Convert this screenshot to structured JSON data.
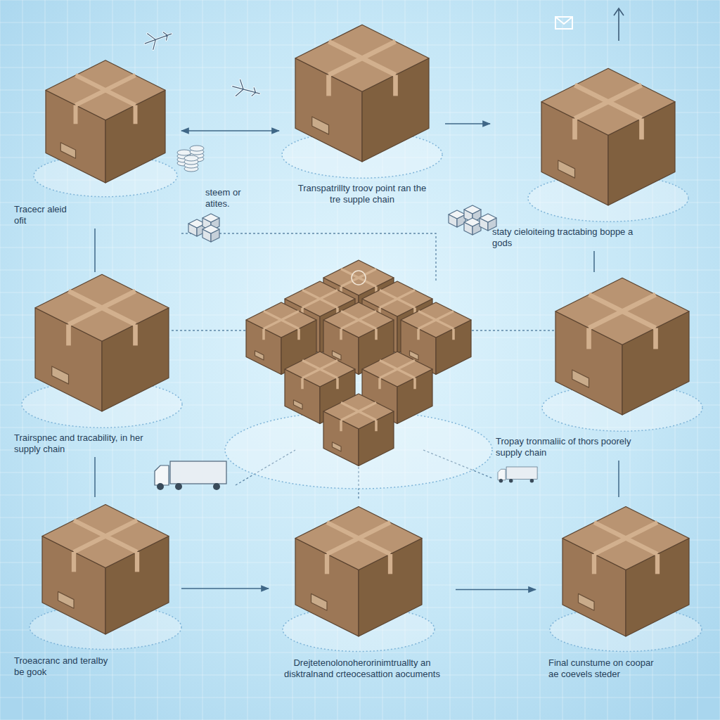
{
  "diagram": {
    "nodes": [
      {
        "text": [
          "Tracecr aleid ofit"
        ]
      },
      {
        "text": [
          "Transpatrillty troov point ran the tre supple chain"
        ]
      },
      {
        "text": [
          "staty cieloiteing tractabing boppe a gods"
        ]
      },
      {
        "text": [
          "Trairspnec and tracability, in her supply chain"
        ]
      },
      {
        "text": [
          "Tropay tronmaliic of thors poorely supply chain"
        ]
      },
      {
        "text": [
          "Troeacranc and teralby be gook"
        ]
      },
      {
        "text": [
          "Drejtetenolonoherorinimtruallty an disktralnand crteocesattion aocuments"
        ]
      },
      {
        "text": [
          "Final cunstume on coopar ae coevels steder"
        ]
      }
    ],
    "edges": [
      {
        "from": 0,
        "to": 1,
        "arrow": "both"
      },
      {
        "from": 1,
        "to": 2,
        "arrow": "to"
      },
      {
        "from": 0,
        "to": 3,
        "arrow": "none"
      },
      {
        "from": 2,
        "to": 4,
        "arrow": "none"
      },
      {
        "from": 3,
        "to": 5,
        "arrow": "none"
      },
      {
        "from": 4,
        "to": 7,
        "arrow": "none"
      },
      {
        "from": 5,
        "to": 6,
        "arrow": "to"
      },
      {
        "from": 6,
        "to": 7,
        "arrow": "to"
      }
    ],
    "labels": [
      "steem or atites."
    ]
  }
}
